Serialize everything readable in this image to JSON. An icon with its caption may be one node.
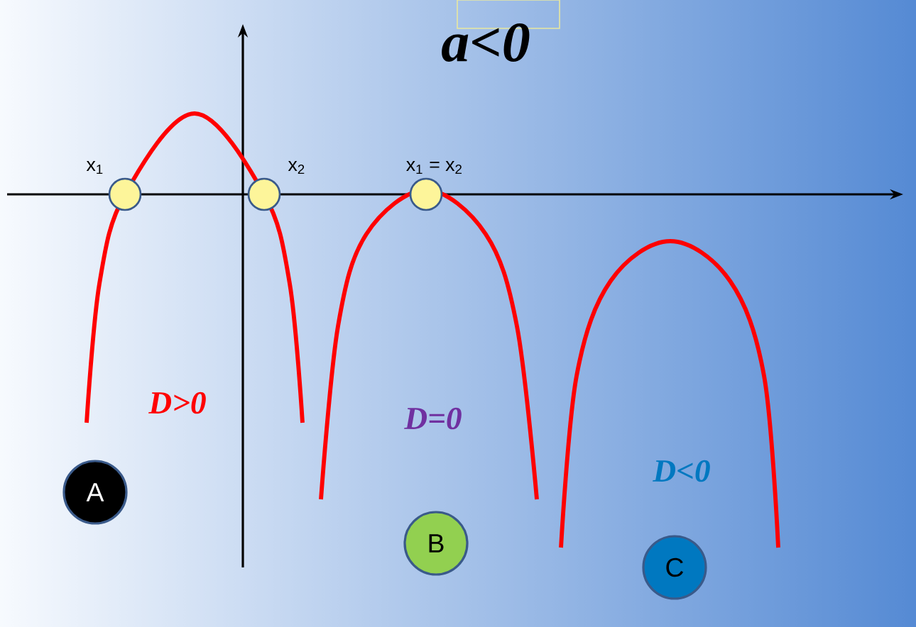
{
  "diagram": {
    "title": "a<0",
    "nodes": [
      {
        "text": [
          "A"
        ]
      },
      {
        "text": [
          "B"
        ]
      },
      {
        "text": [
          "C"
        ]
      }
    ],
    "edges": [],
    "labels": [
      "x$_{1}$",
      "x$_{2}$",
      "x$_{1}$ = x$_{2}$",
      "D>0",
      "D=0",
      "D<0"
    ]
  }
}
